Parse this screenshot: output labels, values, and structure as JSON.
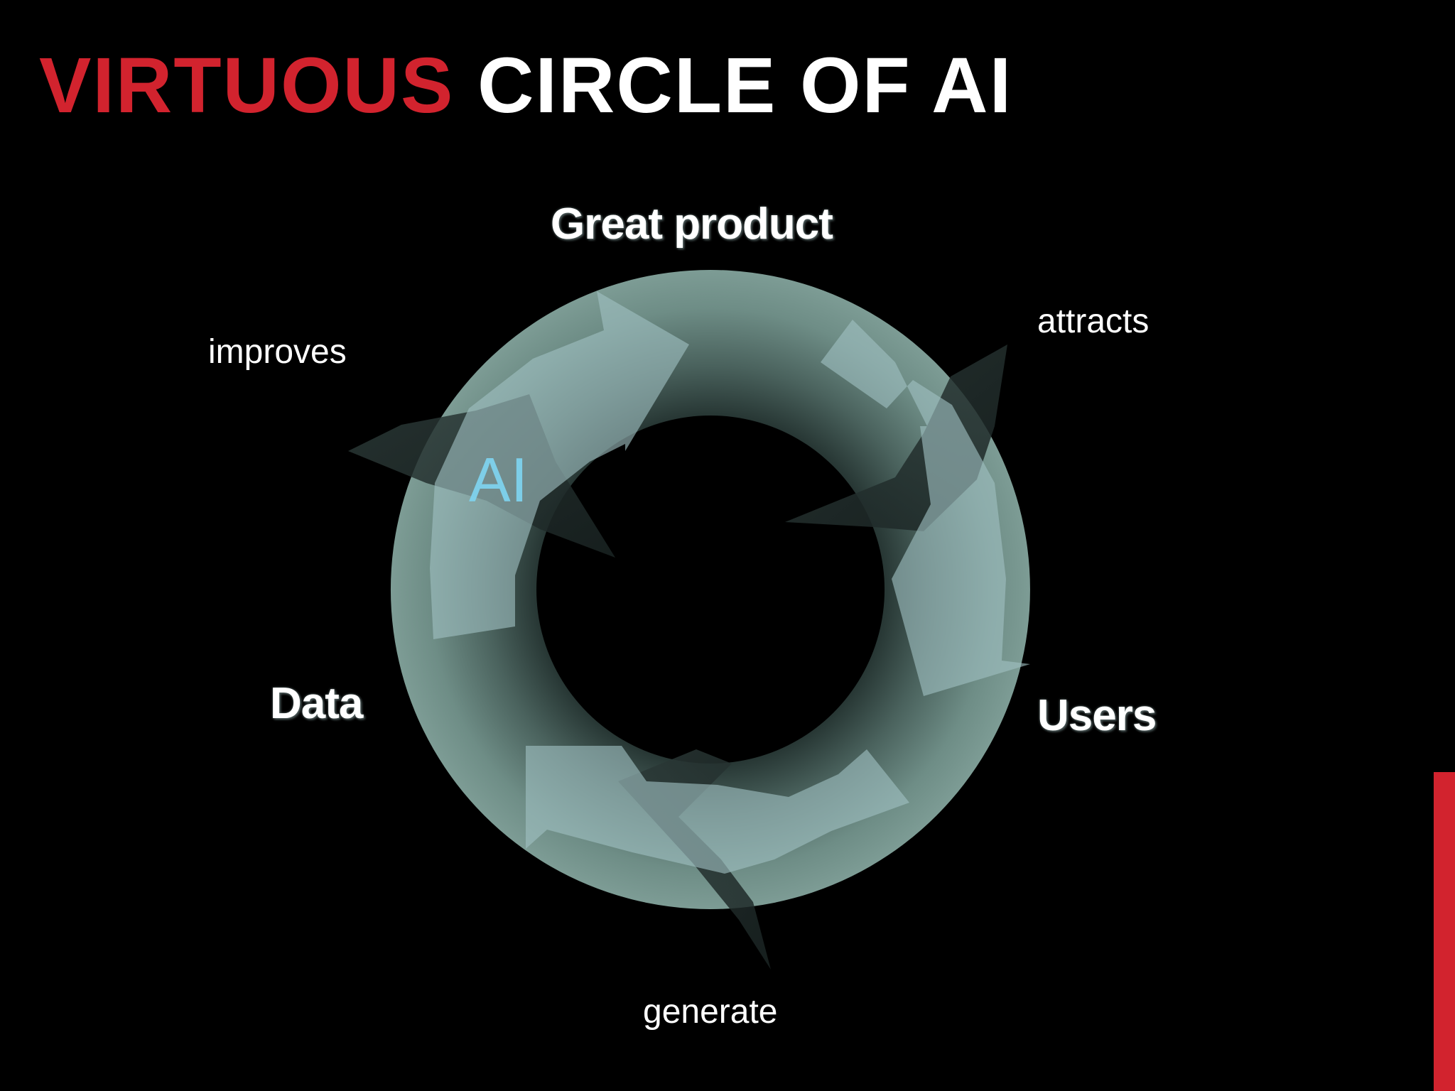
{
  "title": {
    "highlight": "VIRTUOUS",
    "rest": "CIRCLE OF AI"
  },
  "diagram": {
    "nodes": {
      "top": "Great product",
      "right": "Users",
      "left": "Data"
    },
    "edges": {
      "top_right": "attracts",
      "bottom": "generate",
      "top_left": "improves"
    },
    "center_label": "AI"
  },
  "colors": {
    "accent": "#d2232e",
    "background": "#000000",
    "ring": "#6f8f88",
    "arrow": "#9fc0c2",
    "ai_text": "#7fd4f0"
  }
}
